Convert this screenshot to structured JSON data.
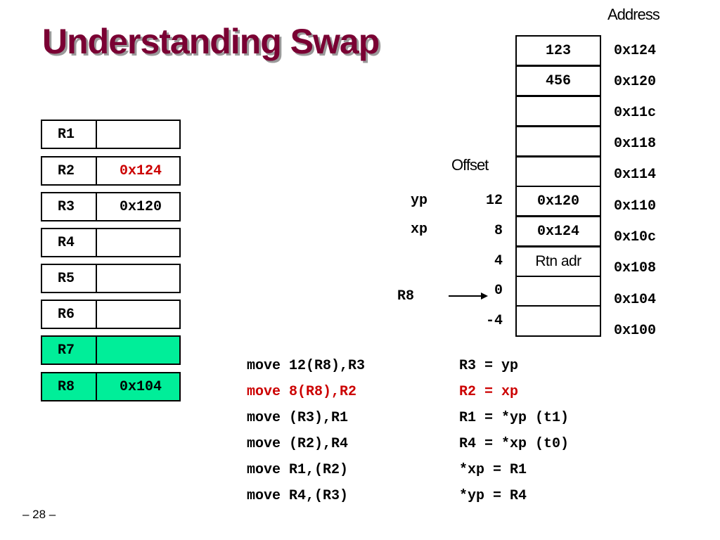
{
  "title": "Understanding Swap",
  "registers": [
    {
      "name": "R1",
      "value": ""
    },
    {
      "name": "R2",
      "value": "0x124"
    },
    {
      "name": "R3",
      "value": "0x120"
    },
    {
      "name": "R4",
      "value": ""
    },
    {
      "name": "R5",
      "value": ""
    },
    {
      "name": "R6",
      "value": ""
    },
    {
      "name": "R7",
      "value": ""
    },
    {
      "name": "R8",
      "value": "0x104"
    }
  ],
  "memory": {
    "address_header": "Address",
    "offset_header": "Offset",
    "cells": [
      "123",
      "456",
      "",
      "",
      "",
      "0x120",
      "0x124",
      "Rtn adr",
      "",
      ""
    ],
    "addresses": [
      "0x124",
      "0x120",
      "0x11c",
      "0x118",
      "0x114",
      "0x110",
      "0x10c",
      "0x108",
      "0x104",
      "0x100"
    ],
    "offsets": [
      "12",
      "8",
      "4",
      "0",
      "-4"
    ],
    "labels": {
      "yp": "yp",
      "xp": "xp",
      "r8": "R8"
    }
  },
  "code": [
    {
      "instr": "move 12(R8),R3",
      "comment": "R3 = yp"
    },
    {
      "instr": "move 8(R8),R2",
      "comment": "R2 = xp"
    },
    {
      "instr": "move (R3),R1",
      "comment": "R1 = *yp (t1)"
    },
    {
      "instr": "move (R2),R4",
      "comment": "R4 = *xp (t0)"
    },
    {
      "instr": "move R1,(R2)",
      "comment": "*xp = R1"
    },
    {
      "instr": "move R4,(R3)",
      "comment": "*yp = R4"
    }
  ],
  "page_number": "– 28 –",
  "colors": {
    "title": "#7a0033",
    "highlight_text": "#cc0000",
    "highlight_register": "#00ee99"
  }
}
